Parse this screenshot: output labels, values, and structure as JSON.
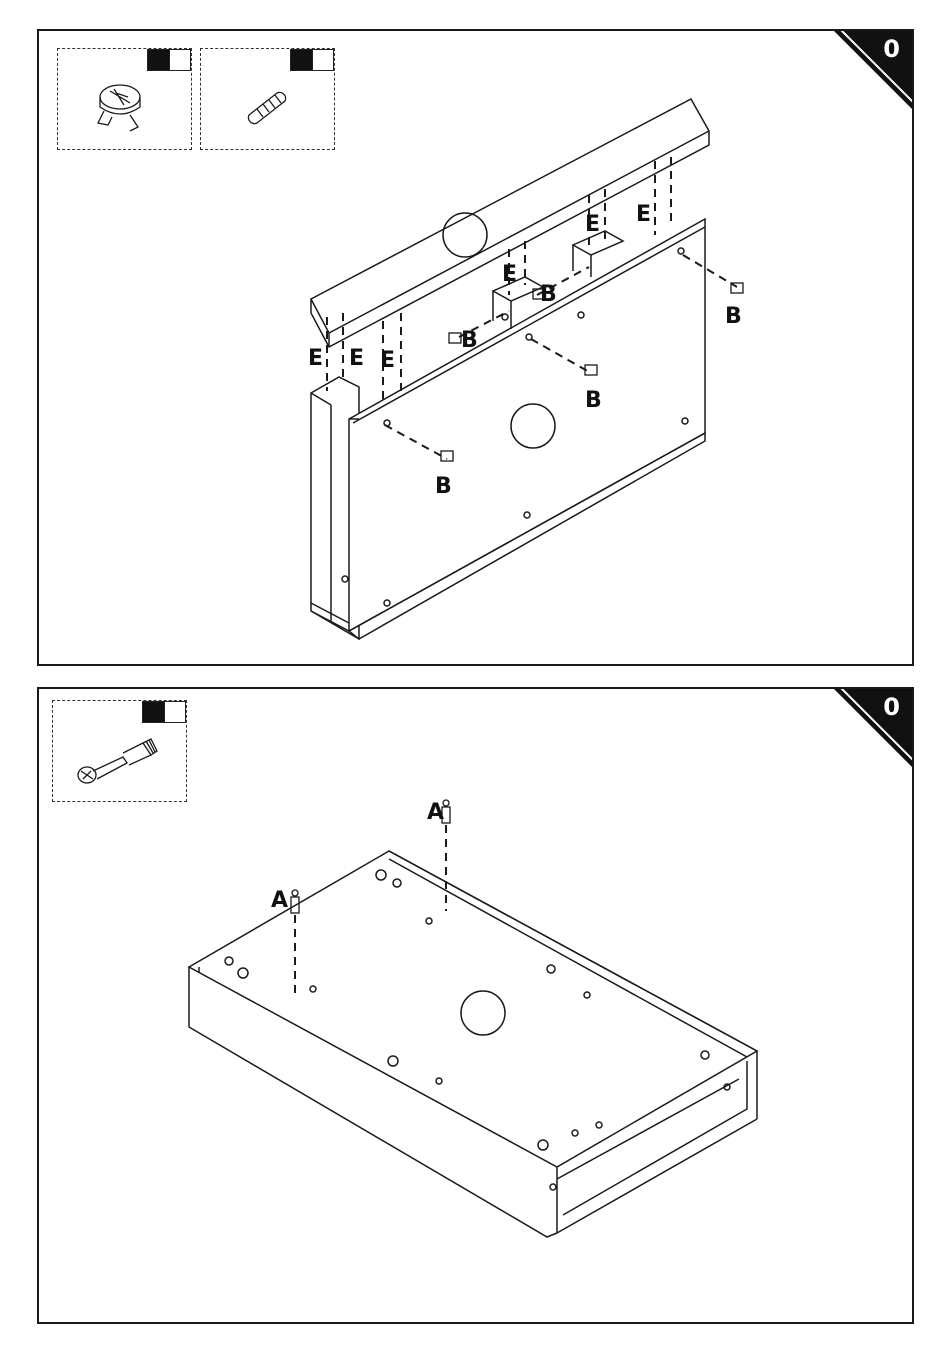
{
  "steps": [
    {
      "number": "0",
      "hardware": [
        "cam-lock",
        "wooden-dowel"
      ],
      "labels": {
        "e": "E",
        "b": "B"
      }
    },
    {
      "number": "0",
      "hardware": [
        "cam-bolt"
      ],
      "labels": {
        "a": "A"
      }
    }
  ],
  "colors": {
    "line": "#1a1a1a",
    "corner": "#111111",
    "background": "#ffffff"
  }
}
